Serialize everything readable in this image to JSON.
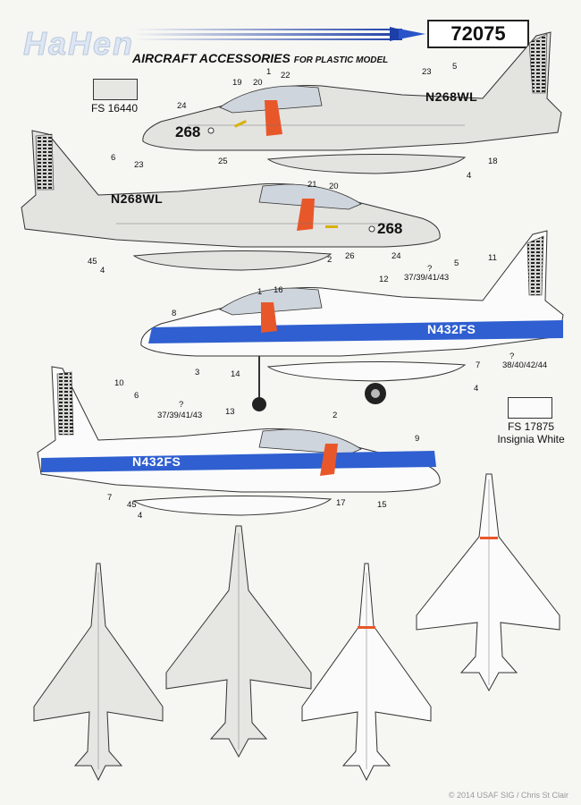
{
  "header": {
    "brand": "HaHen",
    "catalog_number": "72075",
    "subtitle_main": "AIRCRAFT ACCESSORIES",
    "subtitle_small": "FOR PLASTIC MODEL"
  },
  "swatches": [
    {
      "code": "FS 16440",
      "name": "",
      "color": "#e6e6e3"
    },
    {
      "code": "FS 17875",
      "name": "Insignia White",
      "color": "#fbfbfb"
    }
  ],
  "registrations": {
    "top_pair": "N268WL",
    "top_modex": "268",
    "blue_pair": "N432FS"
  },
  "callouts": {
    "p1": [
      "1",
      "19",
      "20",
      "22",
      "23",
      "5",
      "24",
      "25",
      "18",
      "4"
    ],
    "p2": [
      "6",
      "23",
      "21",
      "20",
      "45",
      "4",
      "2",
      "26",
      "24"
    ],
    "p3": [
      "11",
      "5",
      "?",
      "37/39/41/43",
      "1",
      "16",
      "12",
      "8",
      "3",
      "14",
      "7",
      "?",
      "38/40/42/44",
      "4"
    ],
    "p4": [
      "10",
      "6",
      "?",
      "37/39/41/43",
      "13",
      "2",
      "9",
      "7",
      "45",
      "4",
      "17",
      "15"
    ]
  },
  "copyright": "© 2014 USAF SIG / Chris St Clair"
}
